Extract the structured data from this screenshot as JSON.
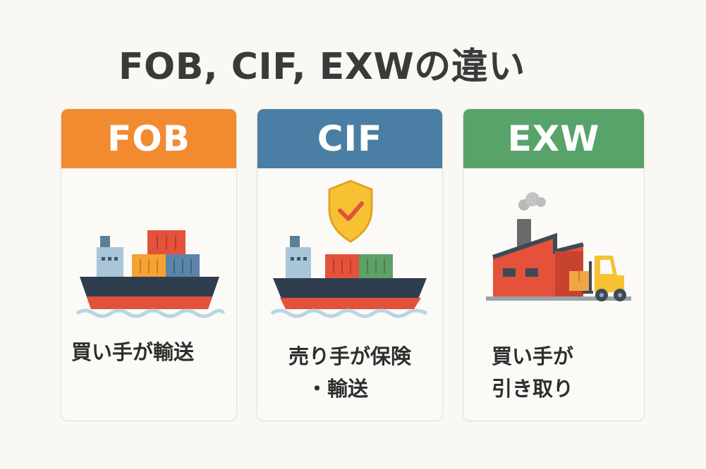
{
  "title": "FOB, CIF, EXWの違い",
  "cards": [
    {
      "term": "FOB",
      "color": "#f28a30",
      "icon": "cargo-ship-icon",
      "description_lines": [
        "買い手が輸送"
      ]
    },
    {
      "term": "CIF",
      "color": "#4a7ea4",
      "icon": "cargo-ship-with-shield-icon",
      "description_lines": [
        "売り手が保険",
        "・輸送"
      ]
    },
    {
      "term": "EXW",
      "color": "#58a36a",
      "icon": "factory-forklift-icon",
      "description_lines": [
        "買い手が",
        "引き取り"
      ]
    }
  ]
}
